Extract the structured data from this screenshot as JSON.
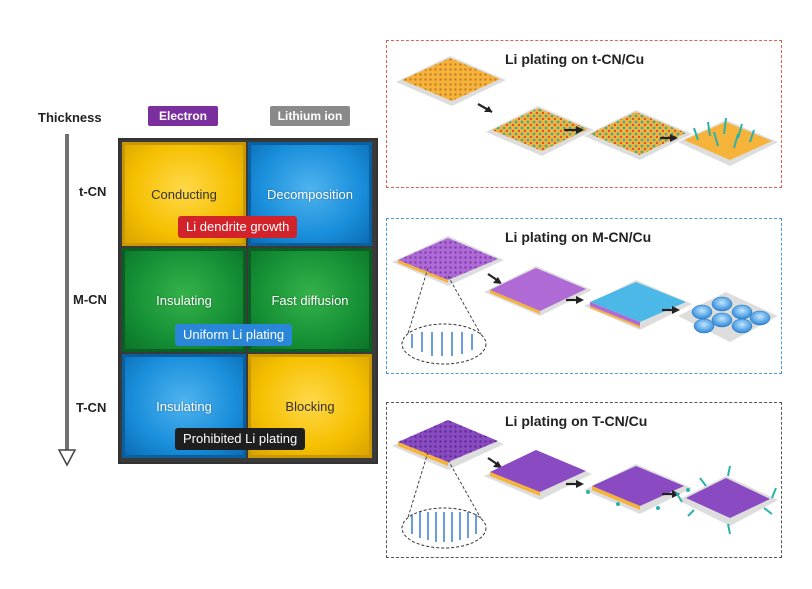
{
  "left": {
    "thickness_label": "Thickness",
    "col_headers": [
      {
        "label": "Electron",
        "color": "#7b2f9e"
      },
      {
        "label": "Lithium ion",
        "color": "#8a8a8a"
      }
    ],
    "rows": [
      {
        "label": "t-CN",
        "cells": [
          {
            "text": "Conducting",
            "color": "yellow"
          },
          {
            "text": "Decomposition",
            "color": "blue"
          }
        ],
        "badge": {
          "text": "Li dendrite growth",
          "color": "#d2232a"
        }
      },
      {
        "label": "M-CN",
        "cells": [
          {
            "text": "Insulating",
            "color": "green"
          },
          {
            "text": "Fast diffusion",
            "color": "green"
          }
        ],
        "badge": {
          "text": "Uniform Li plating",
          "color": "#2a86d8"
        }
      },
      {
        "label": "T-CN",
        "cells": [
          {
            "text": "Insulating",
            "color": "blue"
          },
          {
            "text": "Blocking",
            "color": "yellow"
          }
        ],
        "badge": {
          "text": "Prohibited Li plating",
          "color": "#1e1e1e"
        }
      }
    ]
  },
  "panels": [
    {
      "title": "Li plating on t-CN/Cu",
      "border_color": "#d4694d"
    },
    {
      "title": "Li plating on M-CN/Cu",
      "border_color": "#4a9bd6"
    },
    {
      "title": "Li plating on T-CN/Cu",
      "border_color": "#555555"
    }
  ]
}
